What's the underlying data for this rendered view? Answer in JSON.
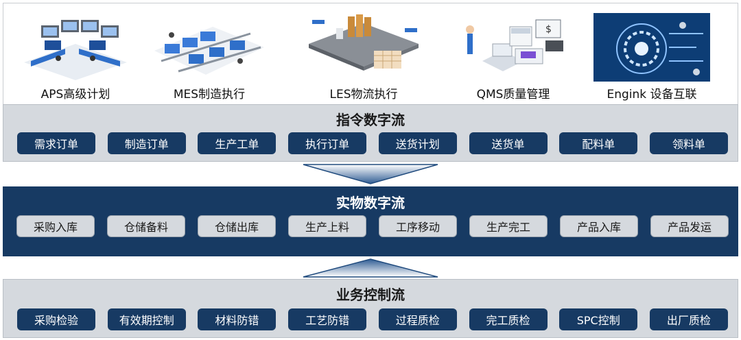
{
  "systems": [
    {
      "label": "APS高级计划",
      "icon": "control-room-icon"
    },
    {
      "label": "MES制造执行",
      "icon": "production-line-icon"
    },
    {
      "label": "LES物流执行",
      "icon": "warehouse-icon"
    },
    {
      "label": "QMS质量管理",
      "icon": "quality-inspection-icon"
    },
    {
      "label": "Engink 设备互联",
      "icon": "device-connect-icon"
    }
  ],
  "instruction_flow": {
    "title": "指令数字流",
    "items": [
      "需求订单",
      "制造订单",
      "生产工单",
      "执行订单",
      "送货计划",
      "送货单",
      "配料单",
      "领料单"
    ]
  },
  "physical_flow": {
    "title": "实物数字流",
    "items": [
      "采购入库",
      "仓储备料",
      "仓储出库",
      "生产上料",
      "工序移动",
      "生产完工",
      "产品入库",
      "产品发运"
    ]
  },
  "business_control_flow": {
    "title": "业务控制流",
    "items": [
      "采购检验",
      "有效期控制",
      "材料防错",
      "工艺防错",
      "过程质检",
      "完工质检",
      "SPC控制",
      "出厂质检"
    ]
  },
  "colors": {
    "navy": "#173a63",
    "light_gray": "#d5d9de",
    "accent_blue": "#2f6fc9"
  }
}
